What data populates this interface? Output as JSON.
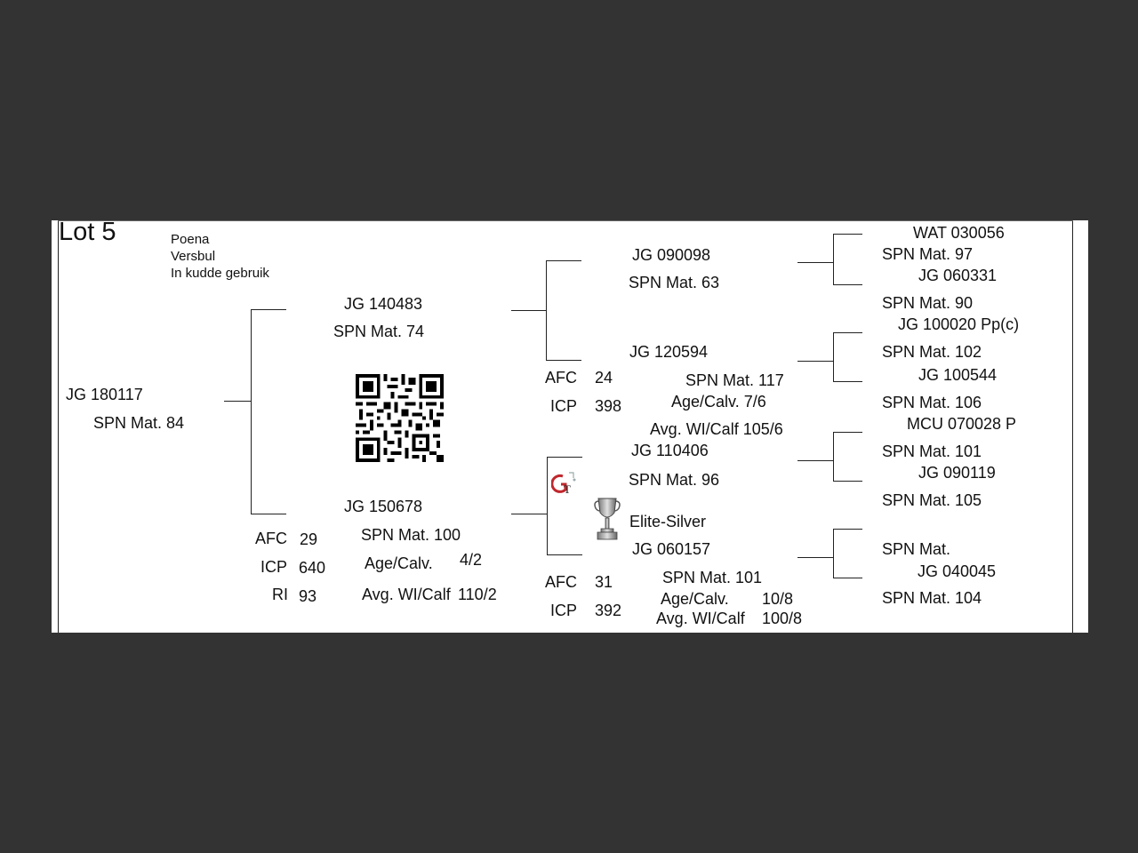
{
  "lot": "Lot 5",
  "animal": {
    "name": "Poena",
    "type": "Versbul",
    "status": "In kudde gebruik",
    "id": "JG  180117",
    "spn": "SPN Mat. 84",
    "qr_icon": "qr-code"
  },
  "sire": {
    "id": "JG  140483",
    "spn": "SPN Mat. 74",
    "sire": {
      "id": "JG  090098",
      "spn": "SPN Mat. 63",
      "sire": {
        "id": "WAT 030056",
        "spn": "SPN Mat. 97"
      },
      "dam": {
        "id": "JG  060331",
        "spn": "SPN Mat. 90"
      }
    },
    "dam": {
      "id": "JG  120594",
      "spn": "SPN Mat. 117",
      "afc_label": "AFC",
      "afc": "24",
      "icp_label": "ICP",
      "icp": "398",
      "age_calv": "Age/Calv.  7/6",
      "avg_wi": "Avg. WI/Calf  105/6",
      "sire": {
        "id": "JG  100020  Pp(c)",
        "spn": "SPN Mat. 102"
      },
      "dam": {
        "id": "JG  100544",
        "spn": "SPN Mat. 106"
      }
    }
  },
  "dam": {
    "id": "JG  150678",
    "spn": "SPN Mat. 100",
    "afc_label": "AFC",
    "afc": "29",
    "icp_label": "ICP",
    "icp": "640",
    "ri_label": "RI",
    "ri": "93",
    "age_calv_label": "Age/Calv.",
    "age_calv": "4/2",
    "avg_wi_label": "Avg. WI/Calf",
    "avg_wi": "110/2",
    "sire": {
      "id": "JG  110406",
      "spn": "SPN Mat. 96",
      "logo_icon": "gt-logo",
      "sire": {
        "id": "MCU 070028  P",
        "spn": "SPN Mat. 101"
      },
      "dam": {
        "id": "JG  090119",
        "spn": "SPN Mat. 105"
      }
    },
    "dam": {
      "id": "JG  060157",
      "award_icon": "trophy",
      "award": "Elite-Silver",
      "spn": "SPN Mat. 101",
      "afc_label": "AFC",
      "afc": "31",
      "icp_label": "ICP",
      "icp": "392",
      "age_calv_label": "Age/Calv.",
      "age_calv": "10/8",
      "avg_wi_label": "Avg. WI/Calf",
      "avg_wi": "100/8",
      "sire": {
        "spn": "SPN Mat."
      },
      "dam": {
        "id": "JG  040045",
        "spn": "SPN Mat. 104"
      }
    }
  }
}
